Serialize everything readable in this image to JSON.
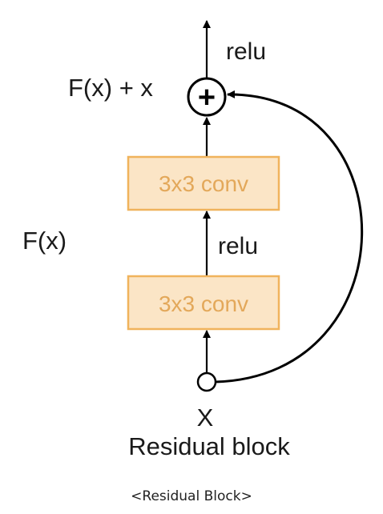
{
  "diagram": {
    "output_activation_label": "relu",
    "sum_label": "F(x) + x",
    "sum_symbol": "+",
    "conv_top_label": "3x3 conv",
    "inner_activation_label": "relu",
    "conv_bottom_label": "3x3 conv",
    "residual_label": "F(x)",
    "input_label": "X",
    "title": "Residual block",
    "colors": {
      "conv_fill": "#fbe5c6",
      "conv_border": "#f0b35c",
      "conv_text": "#e3a85a",
      "line": "#000000"
    }
  },
  "caption": "<Residual Block>"
}
